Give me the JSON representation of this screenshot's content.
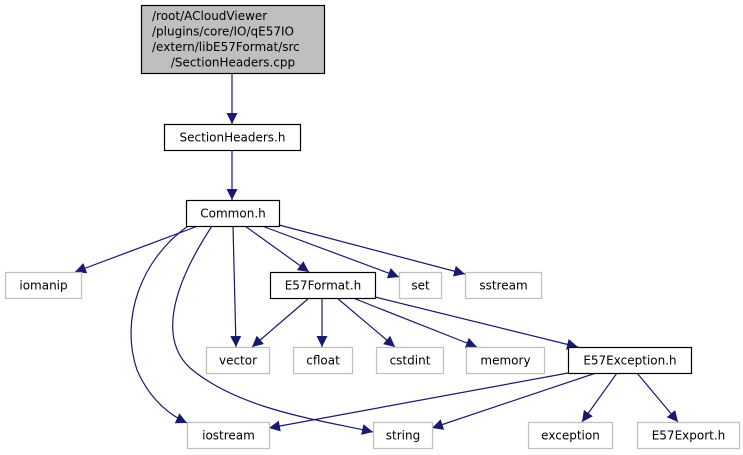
{
  "diagram": {
    "type": "include-dependency-graph",
    "edge_color": "#191970",
    "nodes": {
      "root": {
        "lines": [
          "/root/ACloudViewer",
          "/plugins/core/IO/qE57IO",
          "/extern/libE57Format/src",
          "/SectionHeaders.cpp"
        ],
        "style": "focus"
      },
      "sectionheaders": {
        "lines": [
          "SectionHeaders.h"
        ],
        "style": "documented"
      },
      "common": {
        "lines": [
          "Common.h"
        ],
        "style": "documented"
      },
      "iomanip": {
        "lines": [
          "iomanip"
        ],
        "style": "external"
      },
      "e57format": {
        "lines": [
          "E57Format.h"
        ],
        "style": "documented"
      },
      "set": {
        "lines": [
          "set"
        ],
        "style": "external"
      },
      "sstream": {
        "lines": [
          "sstream"
        ],
        "style": "external"
      },
      "vector": {
        "lines": [
          "vector"
        ],
        "style": "external"
      },
      "cfloat": {
        "lines": [
          "cfloat"
        ],
        "style": "external"
      },
      "cstdint": {
        "lines": [
          "cstdint"
        ],
        "style": "external"
      },
      "memory": {
        "lines": [
          "memory"
        ],
        "style": "external"
      },
      "e57exception": {
        "lines": [
          "E57Exception.h"
        ],
        "style": "documented"
      },
      "iostream": {
        "lines": [
          "iostream"
        ],
        "style": "external"
      },
      "string": {
        "lines": [
          "string"
        ],
        "style": "external"
      },
      "exception": {
        "lines": [
          "exception"
        ],
        "style": "external"
      },
      "e57export": {
        "lines": [
          "E57Export.h"
        ],
        "style": "external"
      }
    },
    "edges": [
      [
        "root",
        "sectionheaders"
      ],
      [
        "sectionheaders",
        "common"
      ],
      [
        "common",
        "iomanip"
      ],
      [
        "common",
        "iostream"
      ],
      [
        "common",
        "string"
      ],
      [
        "common",
        "vector"
      ],
      [
        "common",
        "e57format"
      ],
      [
        "common",
        "set"
      ],
      [
        "common",
        "sstream"
      ],
      [
        "e57format",
        "vector"
      ],
      [
        "e57format",
        "cfloat"
      ],
      [
        "e57format",
        "cstdint"
      ],
      [
        "e57format",
        "memory"
      ],
      [
        "e57format",
        "e57exception"
      ],
      [
        "e57exception",
        "iostream"
      ],
      [
        "e57exception",
        "string"
      ],
      [
        "e57exception",
        "exception"
      ],
      [
        "e57exception",
        "e57export"
      ]
    ]
  }
}
